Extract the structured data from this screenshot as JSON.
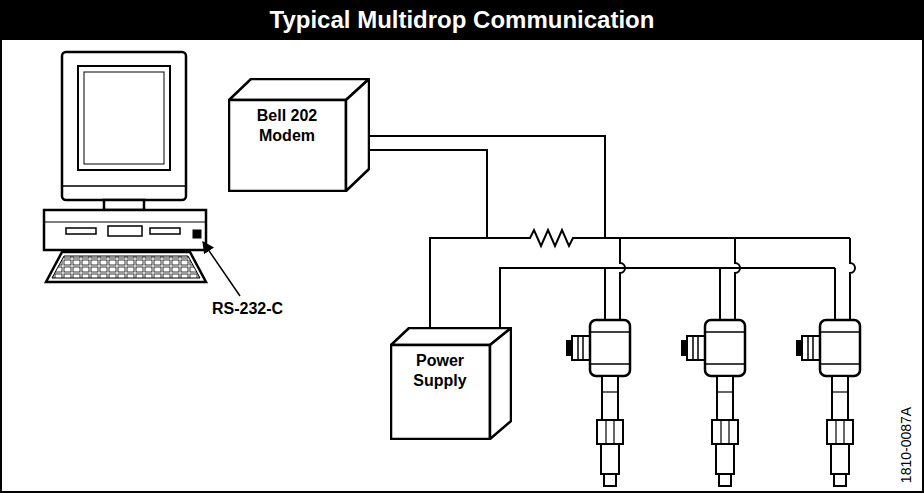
{
  "diagram": {
    "title": "Typical Multidrop Communication",
    "nodes": [
      {
        "text": [
          "Bell 202 Modem"
        ]
      },
      {
        "text": [
          "Power Supply"
        ]
      }
    ],
    "edges": [
      {
        "from": 0,
        "to": 1,
        "arrow": "none"
      }
    ],
    "labels": [
      "RS-232-C",
      "1810-0087A"
    ]
  }
}
